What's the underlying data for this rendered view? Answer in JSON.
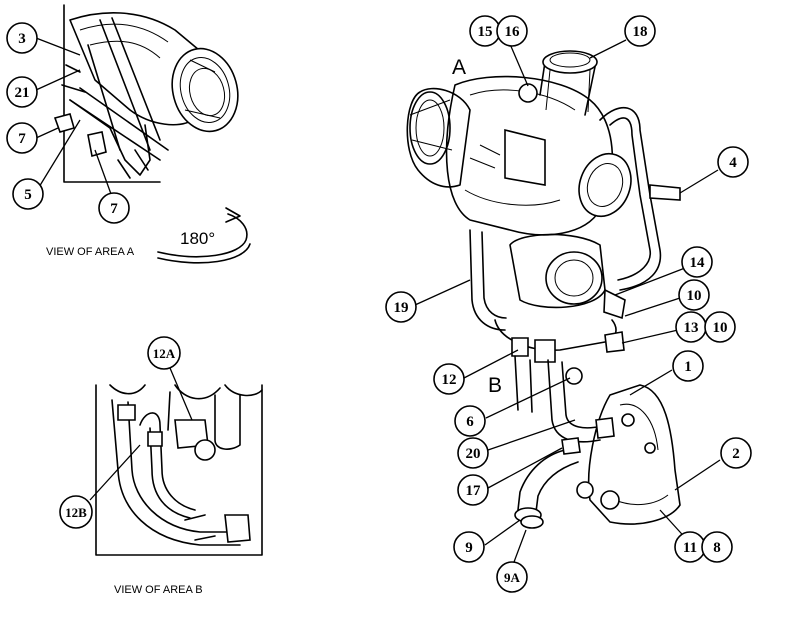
{
  "captions": {
    "view_a": "VIEW OF AREA A",
    "view_b": "VIEW OF AREA B",
    "rotation": "180°",
    "area_a": "A",
    "area_b": "B"
  },
  "callouts": {
    "c3": "3",
    "c21": "21",
    "c7a": "7",
    "c5": "5",
    "c7b": "7",
    "c12a": "12A",
    "c12b": "12B",
    "c15": "15",
    "c16": "16",
    "c18": "18",
    "c4": "4",
    "c14": "14",
    "c10a": "10",
    "c19": "19",
    "c13": "13",
    "c10b": "10",
    "c1": "1",
    "c12": "12",
    "c6": "6",
    "c20": "20",
    "c2": "2",
    "c17": "17",
    "c9": "9",
    "c11": "11",
    "c8": "8",
    "c9a": "9A"
  }
}
